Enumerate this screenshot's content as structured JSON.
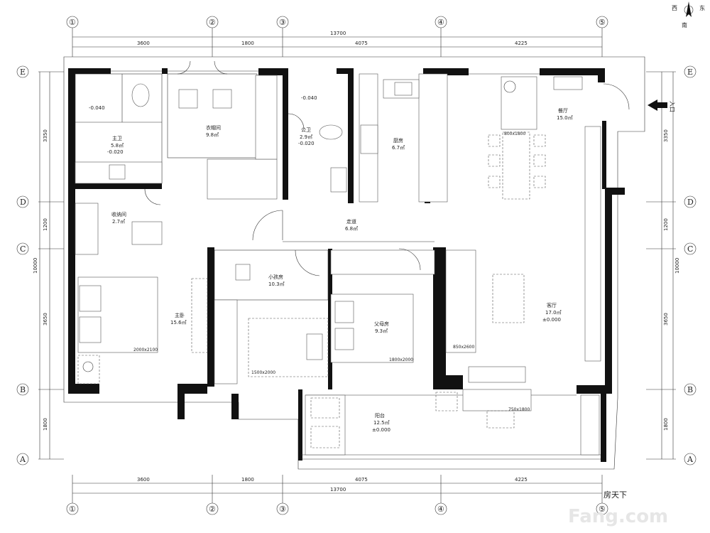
{
  "compass": {
    "west": "西",
    "east": "东",
    "south": "南"
  },
  "axes": {
    "columns": [
      "①",
      "②",
      "③",
      "④",
      "⑤"
    ],
    "rows": [
      "E",
      "D",
      "C",
      "B",
      "A"
    ]
  },
  "dims": {
    "top_segments": [
      "3600",
      "1800",
      "4075",
      "4225"
    ],
    "top_total": "13700",
    "bottom_segments": [
      "3600",
      "1800",
      "4075",
      "4225"
    ],
    "bottom_total": "13700",
    "left_segments": [
      "3350",
      "1200",
      "3650",
      "1800"
    ],
    "left_total": "10000",
    "right_segments": [
      "3350",
      "1200",
      "3650",
      "1800"
    ],
    "right_total": "10000"
  },
  "rooms": {
    "master_bath": {
      "name": "主卫",
      "area": "5.8㎡",
      "level": "-0.020",
      "floor": "-0.040"
    },
    "cloakroom": {
      "name": "衣帽间",
      "area": "9.8㎡"
    },
    "public_bath": {
      "name": "公卫",
      "area": "2.9㎡",
      "level": "-0.020",
      "floor": "-0.040"
    },
    "kitchen": {
      "name": "厨房",
      "area": "6.7㎡"
    },
    "dining": {
      "name": "餐厅",
      "area": "15.0㎡",
      "table": "800x1800"
    },
    "storage": {
      "name": "收纳间",
      "area": "2.7㎡"
    },
    "corridor": {
      "name": "走道",
      "area": "6.8㎡"
    },
    "kids_room": {
      "name": "小孩房",
      "area": "10.3㎡",
      "bed": "1500x2000"
    },
    "parents_room": {
      "name": "父母房",
      "area": "9.3㎡",
      "bed": "1800x2000"
    },
    "master_bed": {
      "name": "主卧",
      "area": "15.6㎡",
      "bed": "2000x2100"
    },
    "living": {
      "name": "客厅",
      "area": "17.0㎡",
      "level": "±0.000",
      "sofa": "850x2600",
      "table": "750x1800"
    },
    "balcony": {
      "name": "阳台",
      "area": "12.5㎡",
      "level": "±0.000"
    }
  },
  "entrance": "入口",
  "watermark": "Fang.com",
  "watermark_cn": "房天下"
}
